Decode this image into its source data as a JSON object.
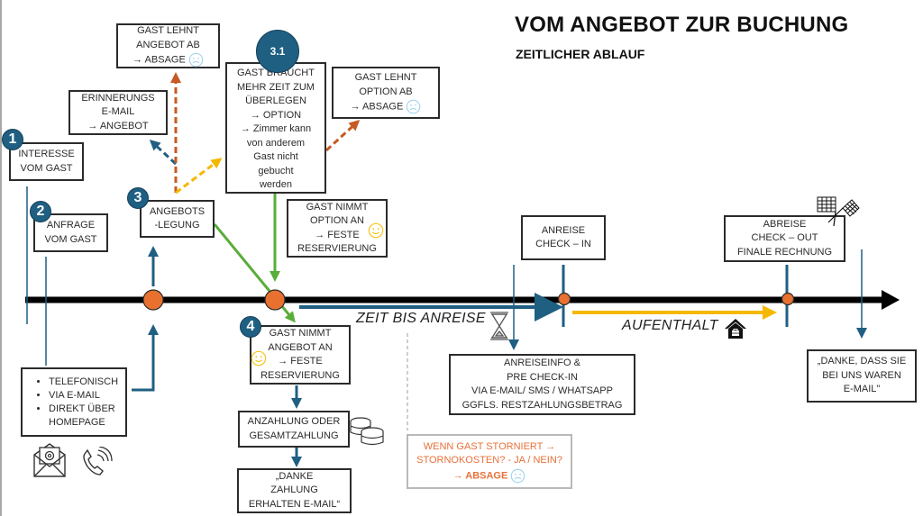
{
  "title": "VOM ANGEBOT ZUR BUCHUNG",
  "subtitle": "ZEITLICHER ABLAUF",
  "colors": {
    "timeline": "#000000",
    "node": "#e8712f",
    "blue": "#1f5f82",
    "green": "#5aad3a",
    "yellow": "#f5b800",
    "rust": "#c65a22",
    "cancel_text": "#e8713a",
    "sad_face": "#9fd3ee",
    "happy_face": "#f5c518"
  },
  "badges": {
    "b1": "1",
    "b2": "2",
    "b3": "3",
    "b31": "3.1",
    "b4": "4"
  },
  "steps": {
    "interesse": [
      "INTERESSE",
      "VOM GAST"
    ],
    "anfrage": [
      "ANFRAGE",
      "VOM GAST"
    ],
    "kanaele": [
      "TELEFONISCH",
      "VIA E-MAIL",
      "DIREKT ÜBER HOMEPAGE"
    ],
    "angebotslegung": [
      "ANGEBOTS",
      "-LEGUNG"
    ],
    "erinnerung": [
      "ERINNERUNGS",
      "E-MAIL",
      "→ ANGEBOT"
    ],
    "lehnt_angebot": [
      "GAST LEHNT",
      "ANGEBOT AB",
      "→ ABSAGE"
    ],
    "option": [
      "GAST BRAUCHT",
      "MEHR ZEIT ZUM",
      "ÜBERLEGEN",
      "→ OPTION",
      "→ Zimmer kann",
      "von anderem",
      "Gast nicht",
      "gebucht",
      "werden"
    ],
    "lehnt_option": [
      "GAST LEHNT",
      "OPTION AB",
      "→ ABSAGE"
    ],
    "nimmt_option": [
      "GAST NIMMT",
      "OPTION AN",
      "→ FESTE",
      "RESERVIERUNG"
    ],
    "nimmt_angebot": [
      "GAST NIMMT",
      "ANGEBOT AN",
      "→ FESTE",
      "RESERVIERUNG"
    ],
    "zahlung": [
      "ANZAHLUNG ODER",
      "GESAMTZAHLUNG"
    ],
    "danke_zahlung": [
      "„DANKE",
      "ZAHLUNG",
      "ERHALTEN E-MAIL“"
    ],
    "anreise": [
      "ANREISE",
      "CHECK – IN"
    ],
    "anreiseinfo": [
      "ANREISEINFO &",
      "PRE CHECK-IN",
      "VIA E-MAIL/ SMS / WHATSAPP",
      "GGFLS. RESTZAHLUNGSBETRAG"
    ],
    "storno": [
      "WENN GAST STORNIERT →",
      "STORNOKOSTEN? - JA / NEIN?",
      "→ ABSAGE"
    ],
    "abreise": [
      "ABREISE",
      "CHECK – OUT",
      "FINALE RECHNUNG"
    ],
    "danke_aufenthalt": [
      "„DANKE, DASS SIE",
      "BEI UNS WAREN",
      "E-MAIL\""
    ]
  },
  "timeline_labels": {
    "zeit_bis_anreise": "ZEIT BIS ANREISE",
    "aufenthalt": "AUFENTHALT"
  },
  "icons": {
    "mail": "envelope-at-icon",
    "phone": "phone-ringing-icon",
    "coins": "coin-stack-icon",
    "hourglass": "hourglass-icon",
    "house": "house-suitcase-icon",
    "flags": "checkered-flags-icon",
    "sad": "sad-face-icon",
    "happy": "smiley-face-icon"
  }
}
